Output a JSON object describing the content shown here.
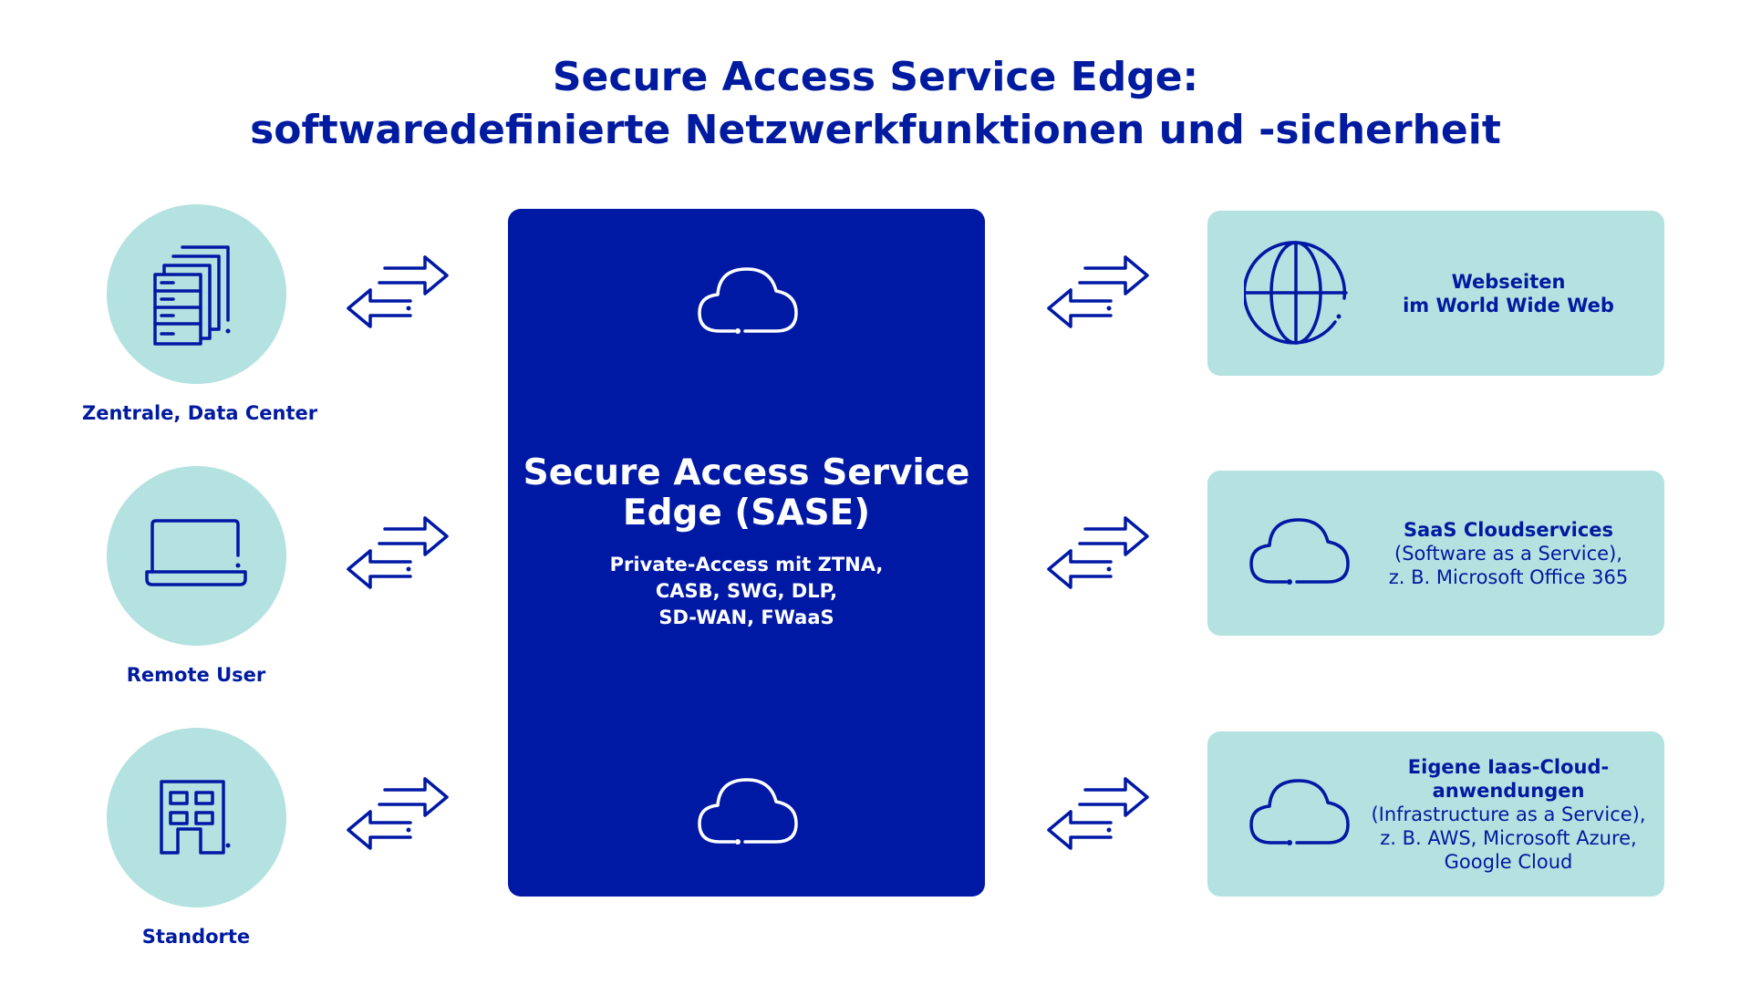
{
  "title": {
    "line1": "Secure Access Service Edge:",
    "line2": "softwaredefinierte Netzwerkfunktionen und -sicherheit"
  },
  "colors": {
    "dark_blue": "#0019a5",
    "light_teal": "#b3e2e0",
    "text_blue": "#001aa0"
  },
  "left_items": [
    {
      "icon": "data-center-icon",
      "label": "Zentrale, Data Center"
    },
    {
      "icon": "laptop-icon",
      "label": "Remote User"
    },
    {
      "icon": "building-icon",
      "label": "Standorte"
    }
  ],
  "center": {
    "title_line1": "Secure Access Service",
    "title_line2": "Edge (SASE)",
    "sub_line1": "Private-Access mit ZTNA,",
    "sub_line2": "CASB, SWG, DLP,",
    "sub_line3": "SD-WAN, FWaaS"
  },
  "right_items": [
    {
      "icon": "globe-icon",
      "bold_line1": "Webseiten",
      "bold_line2": "im World Wide Web"
    },
    {
      "icon": "cloud-icon",
      "bold_line1": "SaaS Cloudservices",
      "line1": "(Software as a Service),",
      "line2": "z. B. Microsoft Office 365"
    },
    {
      "icon": "cloud-icon",
      "bold_line1": "Eigene Iaas-Cloud-",
      "bold_line2": "anwendungen",
      "line1": "(Infrastructure as a Service),",
      "line2": "z. B. AWS, Microsoft Azure,",
      "line3": "Google Cloud"
    }
  ]
}
